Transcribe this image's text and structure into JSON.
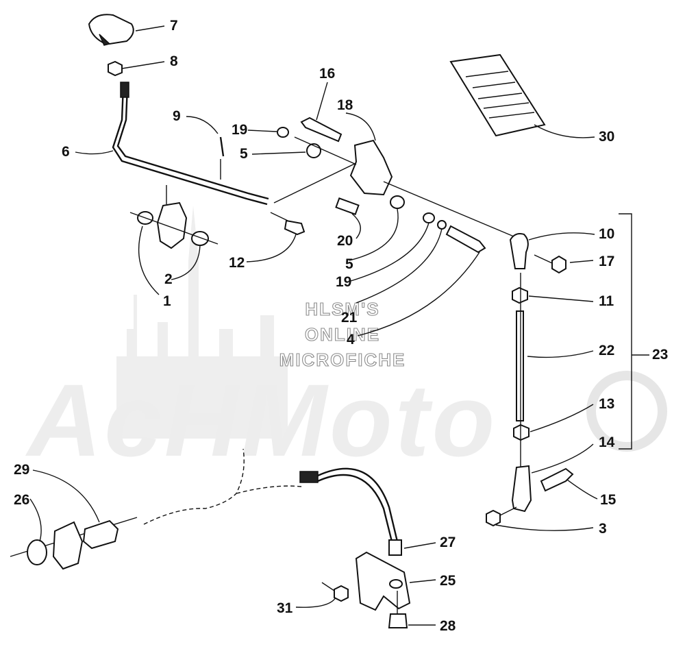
{
  "watermark": {
    "brand": "AcHMoto",
    "lines": [
      "HLSM'S",
      "ONLINE",
      "MICROFICHE"
    ]
  },
  "callouts": [
    {
      "id": "c7",
      "label": "7"
    },
    {
      "id": "c8",
      "label": "8"
    },
    {
      "id": "c9",
      "label": "9"
    },
    {
      "id": "c6",
      "label": "6"
    },
    {
      "id": "c16",
      "label": "16"
    },
    {
      "id": "c18",
      "label": "18"
    },
    {
      "id": "c19a",
      "label": "19"
    },
    {
      "id": "c5a",
      "label": "5"
    },
    {
      "id": "c30",
      "label": "30"
    },
    {
      "id": "c10",
      "label": "10"
    },
    {
      "id": "c17",
      "label": "17"
    },
    {
      "id": "c12",
      "label": "12"
    },
    {
      "id": "c20",
      "label": "20"
    },
    {
      "id": "c5b",
      "label": "5"
    },
    {
      "id": "c2",
      "label": "2"
    },
    {
      "id": "c1",
      "label": "1"
    },
    {
      "id": "c19b",
      "label": "19"
    },
    {
      "id": "c21",
      "label": "21"
    },
    {
      "id": "c4",
      "label": "4"
    },
    {
      "id": "c11",
      "label": "11"
    },
    {
      "id": "c22",
      "label": "22"
    },
    {
      "id": "c23",
      "label": "23"
    },
    {
      "id": "c13",
      "label": "13"
    },
    {
      "id": "c14",
      "label": "14"
    },
    {
      "id": "c15",
      "label": "15"
    },
    {
      "id": "c3",
      "label": "3"
    },
    {
      "id": "c29",
      "label": "29"
    },
    {
      "id": "c26",
      "label": "26"
    },
    {
      "id": "c27",
      "label": "27"
    },
    {
      "id": "c25",
      "label": "25"
    },
    {
      "id": "c31",
      "label": "31"
    },
    {
      "id": "c28",
      "label": "28"
    }
  ]
}
